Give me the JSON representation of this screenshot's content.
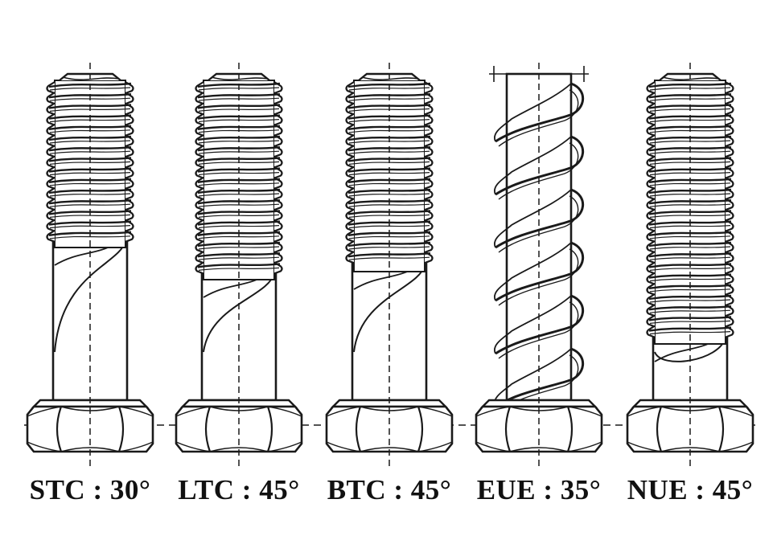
{
  "colors": {
    "ink": "#1a1a1a",
    "background": "#ffffff"
  },
  "bolts": [
    {
      "key": "stc",
      "label": "STC : 30°",
      "thread_type": "fine"
    },
    {
      "key": "ltc",
      "label": "LTC : 45°",
      "thread_type": "fine"
    },
    {
      "key": "btc",
      "label": "BTC : 45°",
      "thread_type": "fine"
    },
    {
      "key": "eue",
      "label": "EUE : 35°",
      "thread_type": "helix"
    },
    {
      "key": "nue",
      "label": "NUE : 45°",
      "thread_type": "fine"
    }
  ]
}
